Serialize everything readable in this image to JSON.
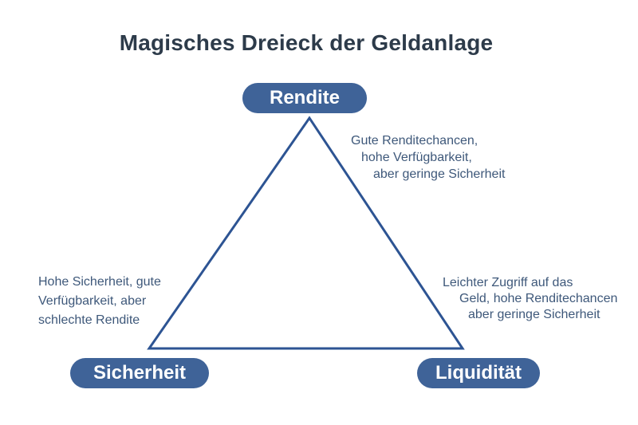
{
  "title": "Magisches Dreieck der Geldanlage",
  "nodes": {
    "top": {
      "label": "Rendite"
    },
    "bottom_left": {
      "label": "Sicherheit"
    },
    "bottom_right": {
      "label": "Liquidität"
    }
  },
  "annotations": {
    "right_top": {
      "lines": [
        "Gute Renditechancen,",
        "hohe Verfügbarkeit,",
        "aber geringe Sicherheit"
      ]
    },
    "left": {
      "lines": [
        "Hohe Sicherheit, gute",
        "Verfügbarkeit, aber",
        "schlechte Rendite"
      ]
    },
    "right_bottom": {
      "lines": [
        "Leichter Zugriff auf das",
        "Geld, hohe Renditechancen",
        "aber geringe Sicherheit"
      ]
    }
  },
  "colors": {
    "pill": "#3f6398",
    "triangle": "#2d5493",
    "title_text": "#2d3b4a",
    "annotation_text": "#3e587a",
    "pill_text": "#ffffff",
    "background": "#ffffff"
  }
}
